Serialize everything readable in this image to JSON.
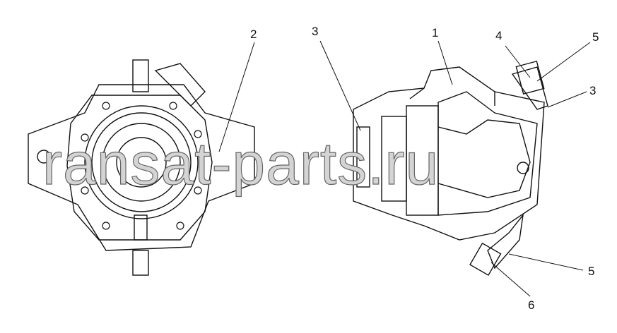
{
  "diagram": {
    "callouts": {
      "left_2": "2",
      "right_3_top": "3",
      "right_1": "1",
      "right_4": "4",
      "right_5_top": "5",
      "right_3_side": "3",
      "right_5_bottom": "5",
      "right_6": "6"
    },
    "watermark": "ransat-parts.ru",
    "colors": {
      "line": "#111111",
      "background": "#ffffff"
    }
  }
}
